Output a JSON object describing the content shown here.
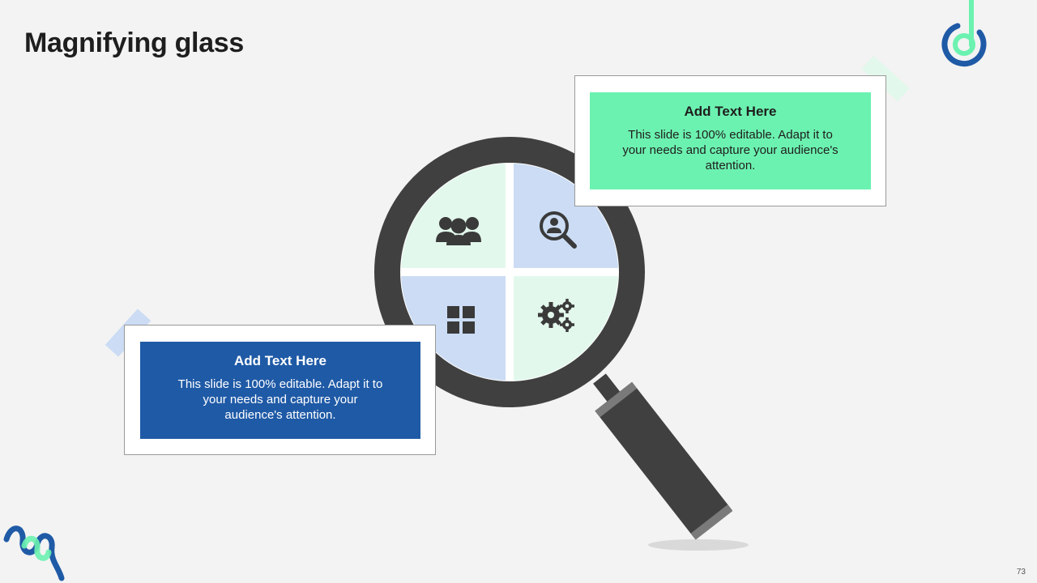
{
  "slide": {
    "title": "Magnifying glass",
    "page_number": "73"
  },
  "colors": {
    "dark": "#404040",
    "light_green": "#e3f8ec",
    "light_blue": "#cbdcf4",
    "accent_green": "#6cf2b0",
    "accent_blue": "#1f5aa6"
  },
  "quadrants": [
    {
      "icon": "team-icon"
    },
    {
      "icon": "user-search-icon"
    },
    {
      "icon": "grid-icon"
    },
    {
      "icon": "gears-icon"
    }
  ],
  "cards": [
    {
      "heading": "Add Text Here",
      "body": "This slide is 100% editable. Adapt it to your needs and capture your audience's attention.",
      "fill": "#6cf2b0"
    },
    {
      "heading": "Add Text Here",
      "body": "This slide is 100% editable. Adapt it to your needs and capture your audience's attention.",
      "fill": "#1f5aa6"
    }
  ]
}
